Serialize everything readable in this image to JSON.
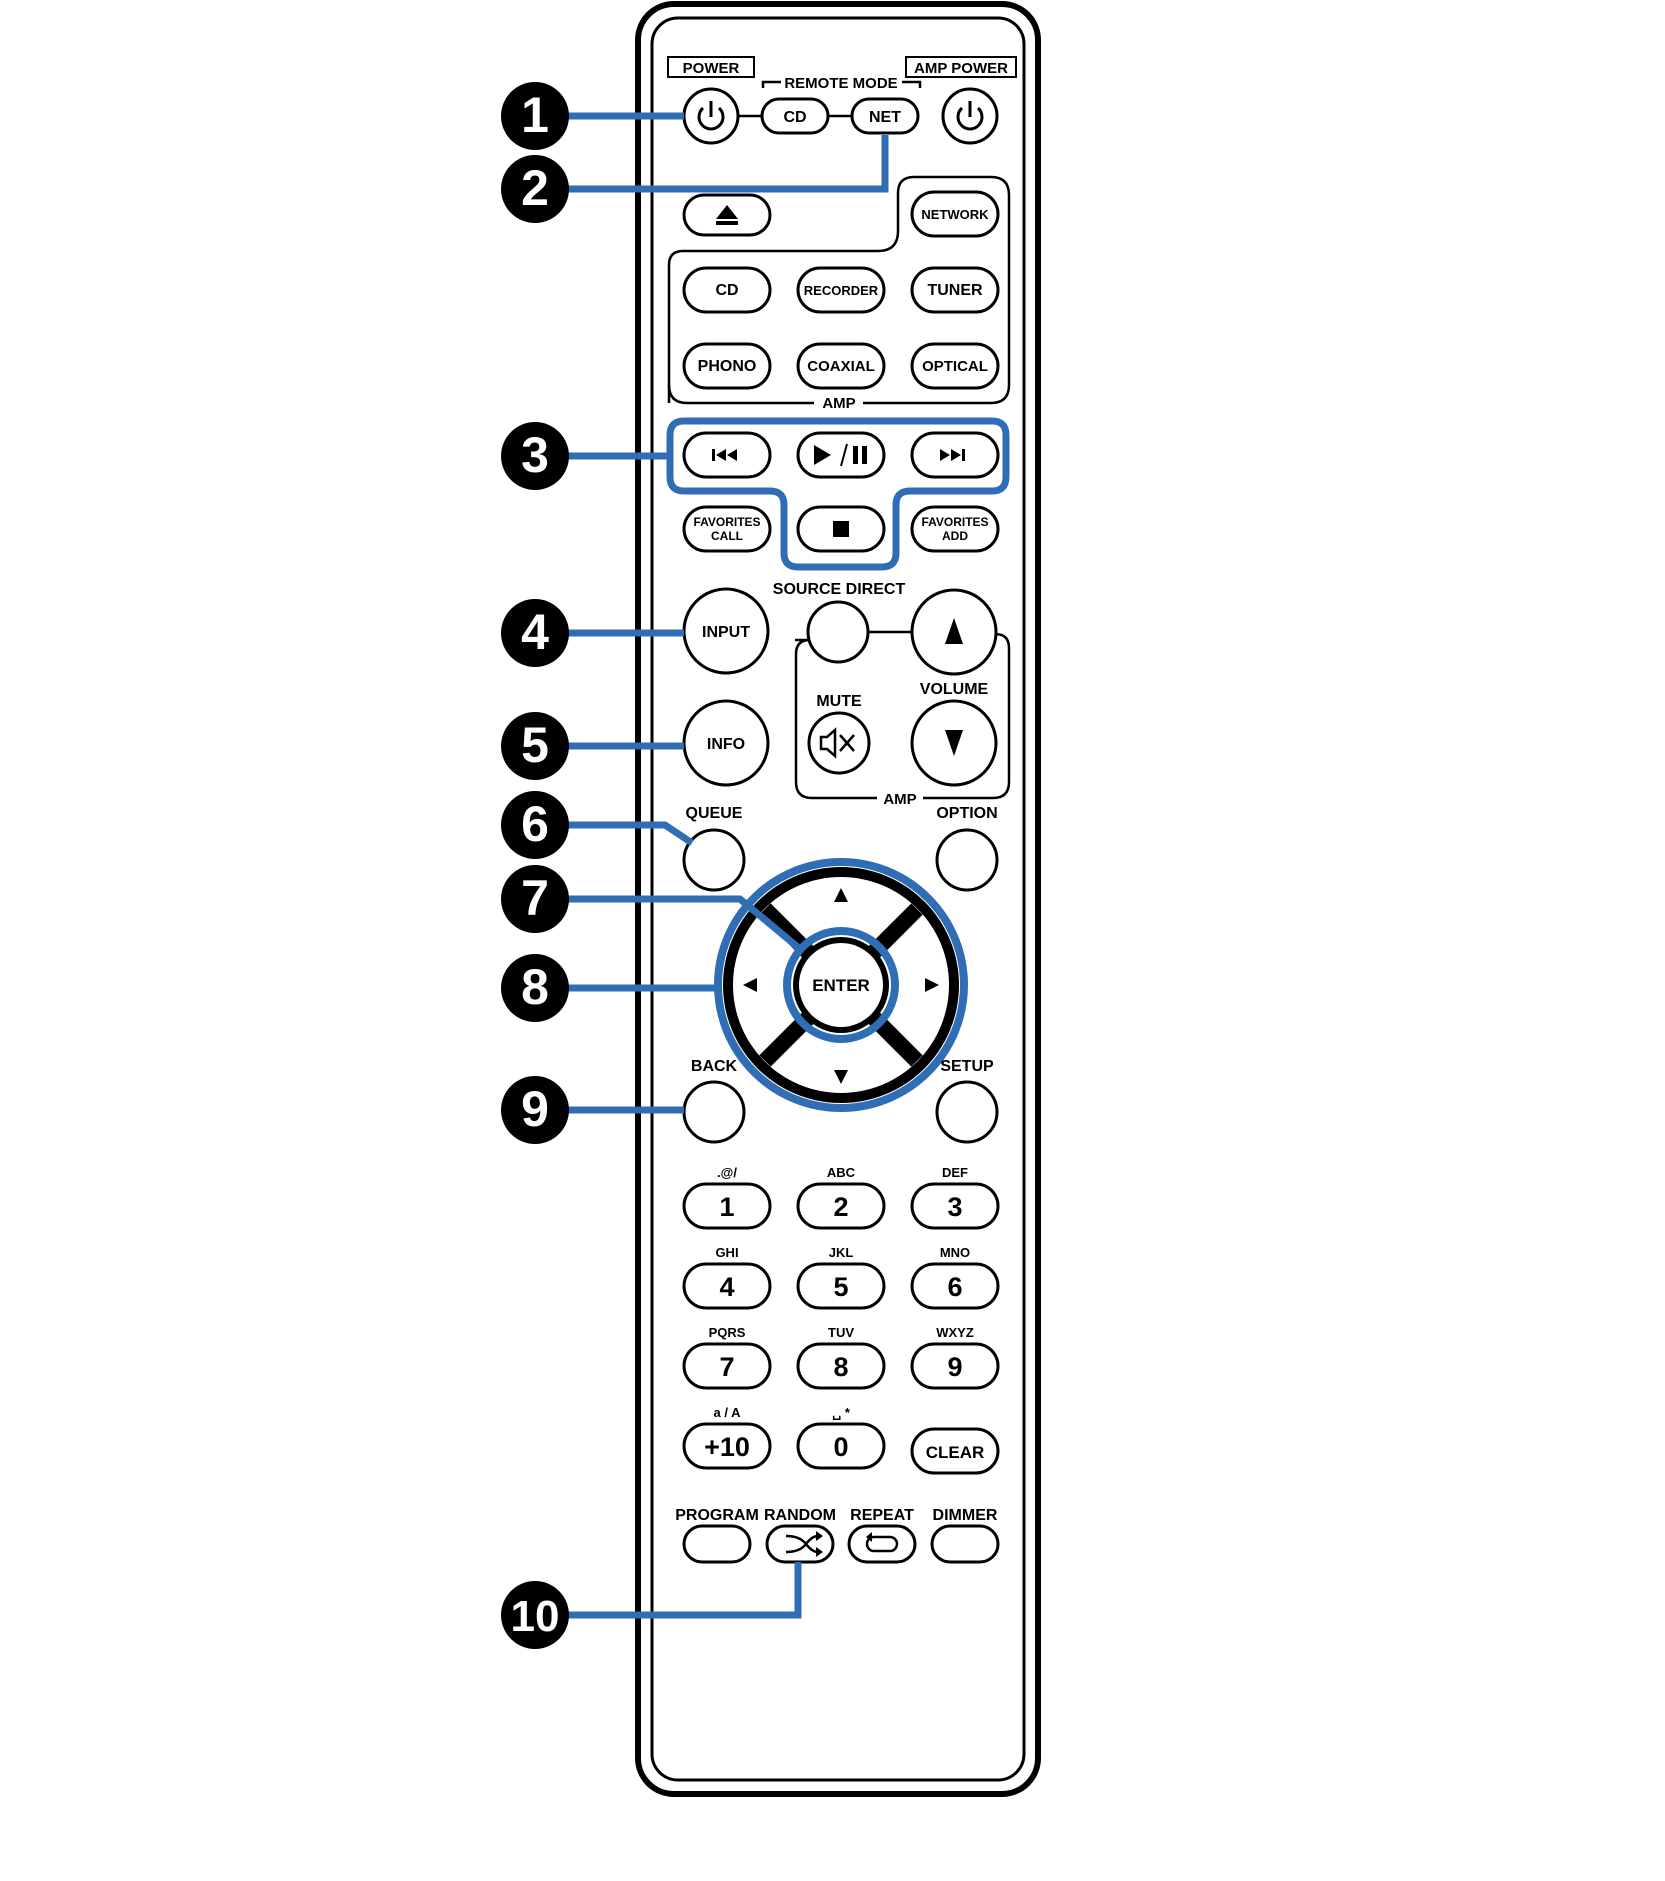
{
  "labels": {
    "power": "POWER",
    "remote_mode": "REMOTE MODE",
    "amp_power": "AMP POWER",
    "amp_group_1": "AMP",
    "amp_group_2": "AMP",
    "source_direct": "SOURCE DIRECT",
    "mute": "MUTE",
    "volume": "VOLUME",
    "queue": "QUEUE",
    "option": "OPTION",
    "back": "BACK",
    "setup": "SETUP",
    "program": "PROGRAM",
    "random": "RANDOM",
    "repeat": "REPEAT",
    "dimmer": "DIMMER"
  },
  "buttons": {
    "remote_cd": "CD",
    "remote_net": "NET",
    "network": "NETWORK",
    "cd": "CD",
    "recorder": "RECORDER",
    "tuner": "TUNER",
    "phono": "PHONO",
    "coaxial": "COAXIAL",
    "optical": "OPTICAL",
    "favorites_call_1": "FAVORITES",
    "favorites_call_2": "CALL",
    "favorites_add_1": "FAVORITES",
    "favorites_add_2": "ADD",
    "input": "INPUT",
    "info": "INFO",
    "enter": "ENTER",
    "clear": "CLEAR"
  },
  "keypad": [
    {
      "sub": ".@/",
      "num": "1"
    },
    {
      "sub": "ABC",
      "num": "2"
    },
    {
      "sub": "DEF",
      "num": "3"
    },
    {
      "sub": "GHI",
      "num": "4"
    },
    {
      "sub": "JKL",
      "num": "5"
    },
    {
      "sub": "MNO",
      "num": "6"
    },
    {
      "sub": "PQRS",
      "num": "7"
    },
    {
      "sub": "TUV",
      "num": "8"
    },
    {
      "sub": "WXYZ",
      "num": "9"
    },
    {
      "sub": "a / A",
      "num": "+10"
    },
    {
      "sub": "␣ *",
      "num": "0"
    }
  ],
  "callouts": [
    "1",
    "2",
    "3",
    "4",
    "5",
    "6",
    "7",
    "8",
    "9",
    "10"
  ],
  "colors": {
    "callout_line": "#2f6eb5",
    "outline": "#000000",
    "background": "#ffffff"
  }
}
